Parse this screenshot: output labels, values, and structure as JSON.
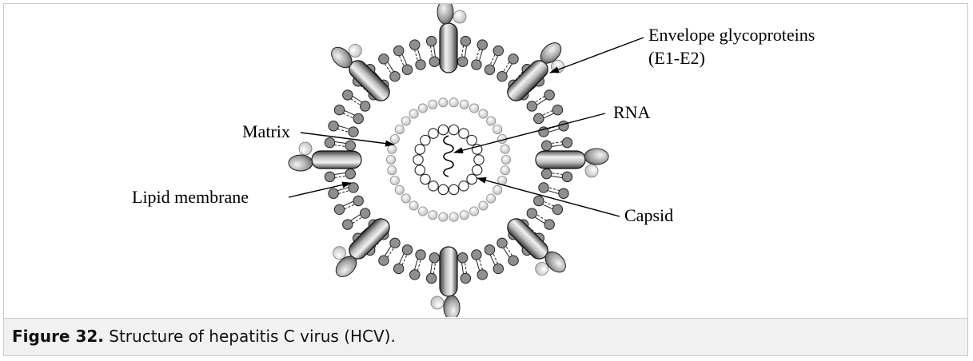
{
  "diagram": {
    "labels": {
      "envelope_line1": "Envelope glycoproteins",
      "envelope_line2": "(E1-E2)",
      "matrix": "Matrix",
      "rna": "RNA",
      "lipid_membrane": "Lipid membrane",
      "capsid": "Capsid"
    }
  },
  "caption": {
    "number": "Figure 32.",
    "text": " Structure of hepatitis C virus (HCV)."
  }
}
